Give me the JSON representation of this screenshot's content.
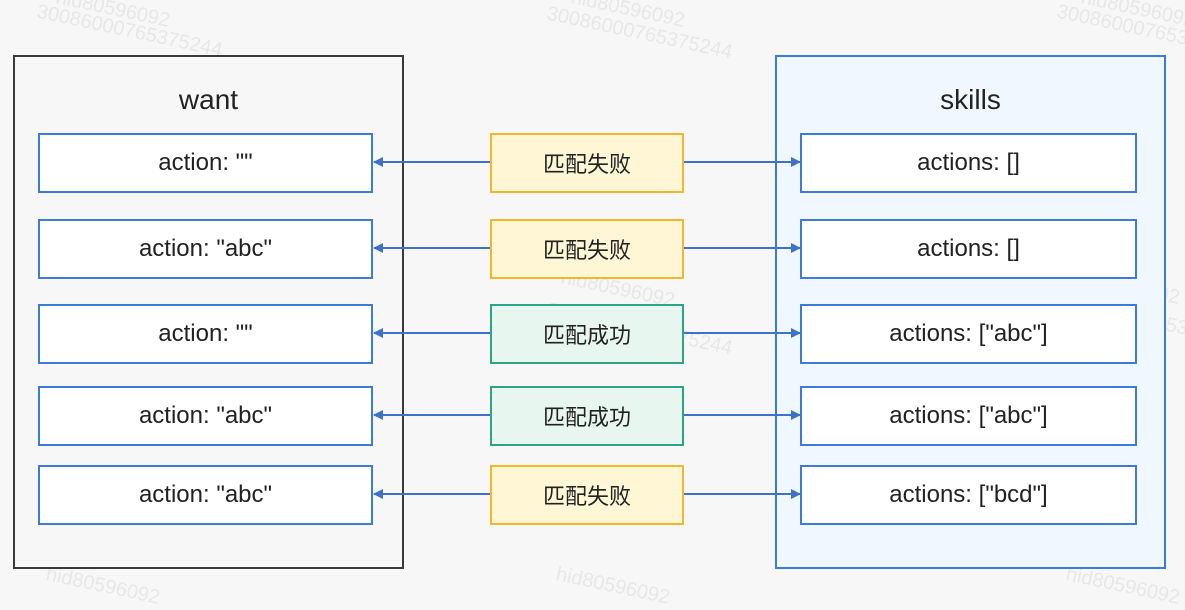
{
  "want": {
    "title": "want",
    "rows": [
      "action: \"\"",
      "action: \"abc\"",
      "action: \"\"",
      "action: \"abc\"",
      "action: \"abc\""
    ]
  },
  "skills": {
    "title": "skills",
    "rows": [
      "actions: []",
      "actions: []",
      "actions: [\"abc\"]",
      "actions: [\"abc\"]",
      "actions: [\"bcd\"]"
    ]
  },
  "results": [
    {
      "label": "匹配失败",
      "status": "fail"
    },
    {
      "label": "匹配失败",
      "status": "fail"
    },
    {
      "label": "匹配成功",
      "status": "success"
    },
    {
      "label": "匹配成功",
      "status": "success"
    },
    {
      "label": "匹配失败",
      "status": "fail"
    }
  ],
  "colors": {
    "want_border": "#3a3a3a",
    "skills_border": "#3d7bd9",
    "skills_fill": "#f1f7ff",
    "row_border": "#3d7bd9",
    "arrow": "#3d72c9",
    "fail_fill": "#fff6d6",
    "fail_border": "#f2b82c",
    "success_fill": "#e7f6ef",
    "success_border": "#2fa38a"
  },
  "watermark": {
    "lines": [
      "hid80596092",
      "30086000765375244"
    ]
  }
}
